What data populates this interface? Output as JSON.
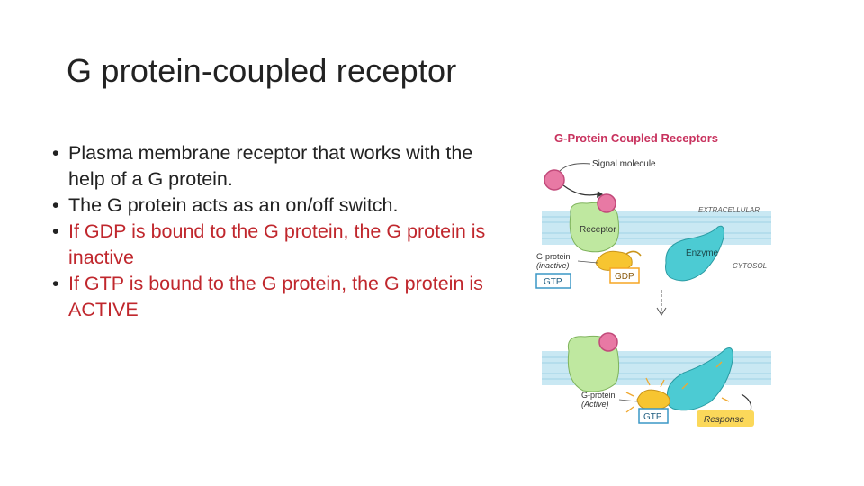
{
  "title": "G protein-coupled receptor",
  "bullets": [
    {
      "text": "Plasma membrane receptor that works with the help of a G protein.",
      "color": "#222222"
    },
    {
      "text": "The G protein acts as an on/off switch.",
      "color": "#222222"
    },
    {
      "text": "If GDP is bound to the G protein, the G protein is inactive",
      "color": "#c0272d"
    },
    {
      "text": "If GTP is bound to the G protein, the G protein is ACTIVE",
      "color": "#c0272d"
    }
  ],
  "diagram": {
    "title": "G-Protein Coupled Receptors",
    "signal_molecule": "Signal molecule",
    "extracellular": "EXTRACELLULAR",
    "cytosol": "CYTOSOL",
    "receptor": "Receptor",
    "enzyme": "Enzyme",
    "gprotein_inactive_line1": "G-protein",
    "gprotein_inactive_line2": "(inactive)",
    "gtp_top": "GTP",
    "gdp": "GDP",
    "gprotein_active_line1": "G-protein",
    "gprotein_active_line2": "(Active)",
    "gtp_bottom": "GTP",
    "response": "Response",
    "colors": {
      "membrane": "#bfe3ef",
      "membrane_line": "#8ec9dc",
      "receptor": "#bfe8a0",
      "ligand": "#e879a4",
      "gprotein": "#f7c531",
      "enzyme": "#4ccbd3",
      "gtp_box": "#3a97c6",
      "gdp_box": "#f5a623",
      "response_box": "#fbd85a"
    }
  }
}
